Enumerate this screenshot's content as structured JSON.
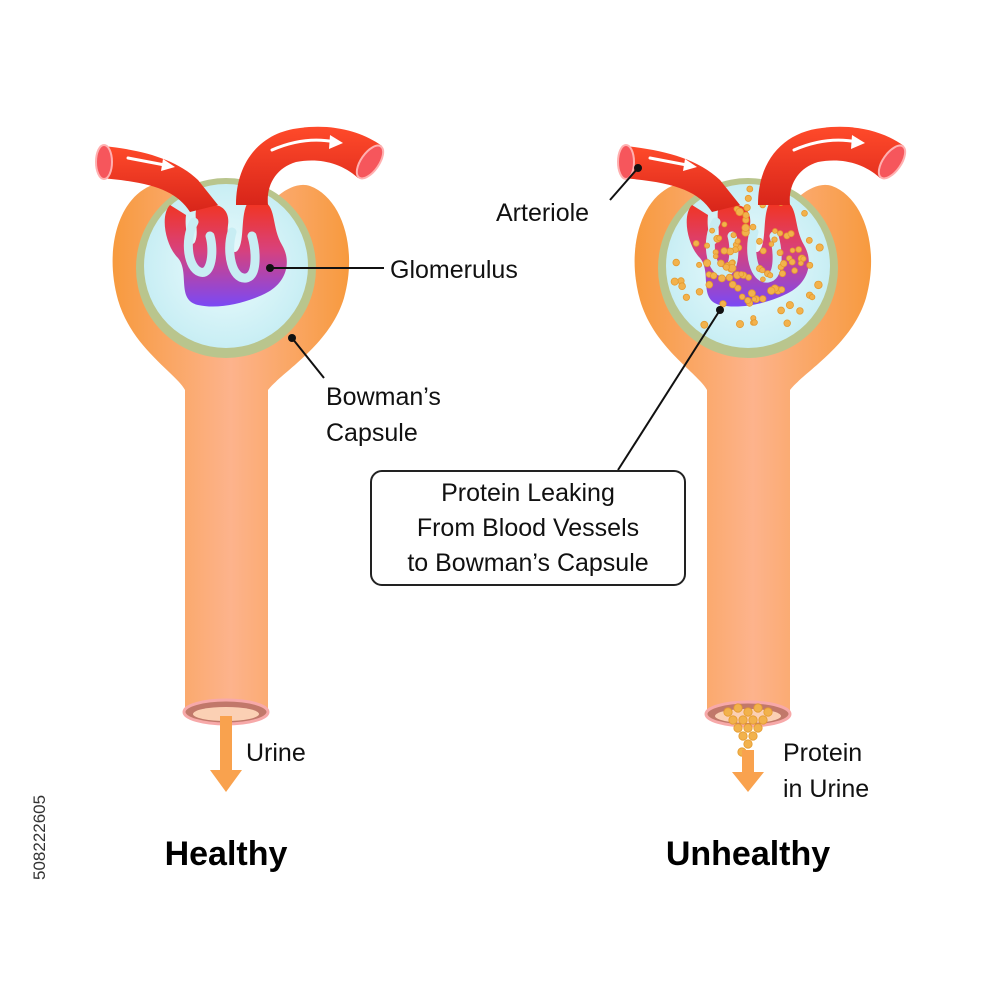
{
  "labels": {
    "glomerulus": "Glomerulus",
    "bowmans_capsule_line1": "Bowman’s",
    "bowmans_capsule_line2": "Capsule",
    "arteriole": "Arteriole",
    "urine": "Urine",
    "protein_in_urine_line1": "Protein",
    "protein_in_urine_line2": "in Urine"
  },
  "callout": {
    "line1": "Protein Leaking",
    "line2": "From Blood Vessels",
    "line3": "to Bowman’s Capsule"
  },
  "panels": {
    "healthy_title": "Healthy",
    "unhealthy_title": "Unhealthy"
  },
  "side_id": "508222605",
  "colors": {
    "tube": "#f9a24e",
    "tube_light": "#fdc29a",
    "capsule_membrane": "#b8c48a",
    "capsule_space": "#d6f3f7",
    "vessel_red": "#f0321d",
    "vessel_purple": "#7b45f0",
    "protein": "#f2b24c",
    "outline_pink": "#f7a9a9",
    "arrow": "#f9a24e"
  }
}
